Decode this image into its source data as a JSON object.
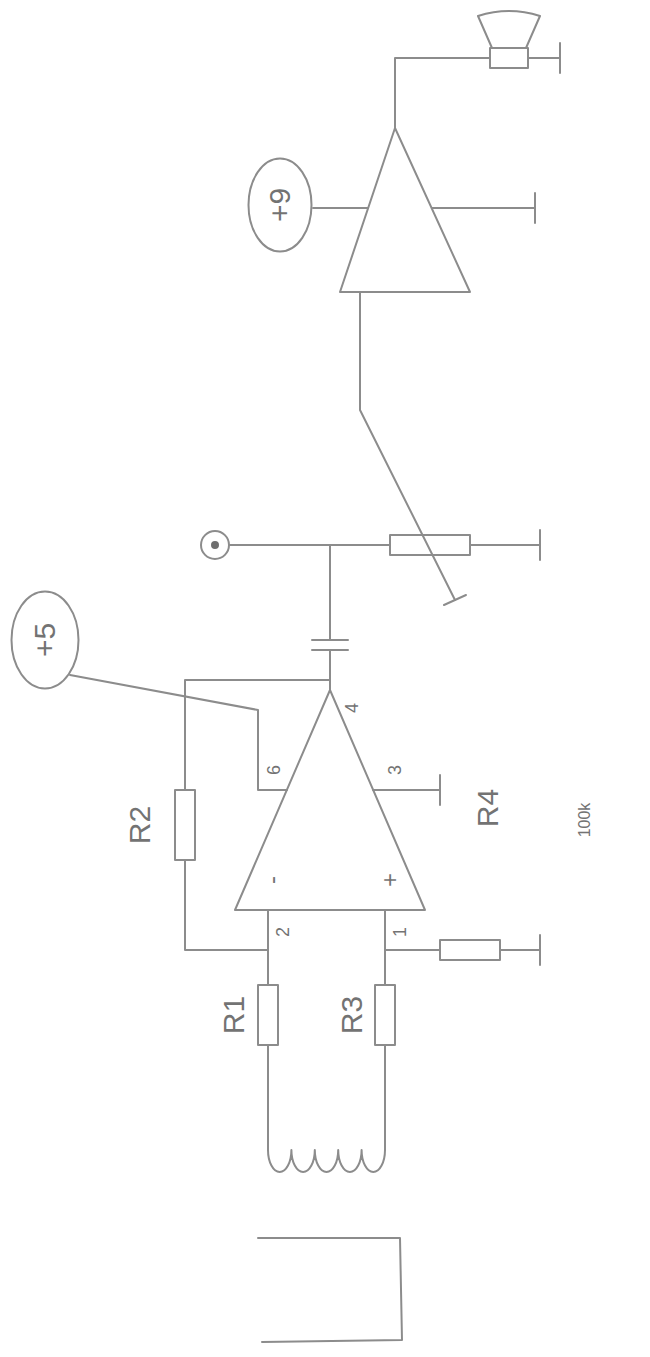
{
  "diagram": {
    "nodes": [
      {
        "text": [
          "+5"
        ]
      },
      {
        "text": [
          "+9"
        ]
      }
    ],
    "labels": [
      "R2",
      "R1",
      "R3",
      "-",
      "+",
      "2",
      "1",
      "6",
      "3",
      "4",
      "R4",
      "100k"
    ]
  }
}
